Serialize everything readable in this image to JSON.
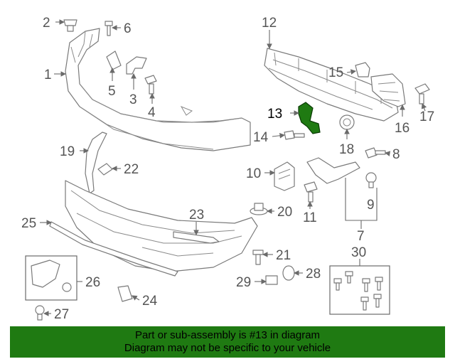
{
  "highlight_color": "#1f7a12",
  "banner": {
    "line1": "Part or sub-assembly is #13 in diagram",
    "line2": "Diagram may not be specific to your vehicle"
  },
  "callouts": {
    "c1": "1",
    "c2": "2",
    "c3": "3",
    "c4": "4",
    "c5": "5",
    "c6": "6",
    "c7": "7",
    "c8": "8",
    "c9": "9",
    "c10": "10",
    "c11": "11",
    "c12": "12",
    "c13": "13",
    "c14": "14",
    "c15": "15",
    "c16": "16",
    "c17": "17",
    "c18": "18",
    "c19": "19",
    "c20": "20",
    "c21": "21",
    "c22": "22",
    "c23": "23",
    "c24": "24",
    "c25": "25",
    "c26": "26",
    "c27": "27",
    "c28": "28",
    "c29": "29",
    "c30": "30"
  }
}
